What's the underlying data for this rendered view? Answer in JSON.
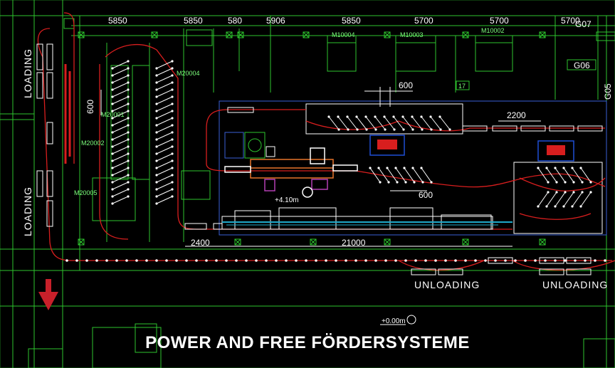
{
  "caption": "POWER AND FREE FÖRDERSYSTEME",
  "dimensions_top": [
    "5850",
    "5850",
    "580",
    "5906",
    "5850",
    "5700",
    "5700",
    "5700"
  ],
  "dimensions_inner": {
    "vertical_600": "600",
    "top_600": "600",
    "mid_600": "600",
    "right_2200": "2200",
    "bottom_2400": "2400",
    "bottom_21000": "21000"
  },
  "zone_labels": {
    "loading_upper": "LOADING",
    "loading_lower": "LOADING",
    "unloading_left": "UNLOADING",
    "unloading_right": "UNLOADING"
  },
  "motor_tags": [
    "M10004",
    "M10003",
    "M10002",
    "M20004",
    "M20002",
    "M20005",
    "M20001"
  ],
  "zone_tags": [
    "G07",
    "G06",
    "G05",
    "17"
  ],
  "elevations": [
    "+4.10m",
    "+0.00m"
  ],
  "colors": {
    "background": "#000000",
    "building_lines": "#2ec52e",
    "conveyor_track": "#d81e1e",
    "carriers": "#ffffff",
    "process_equipment": "#1fa8c9",
    "oven": "#e8742a",
    "frame": "#3a5fd6",
    "arrow": "#c8202a"
  }
}
